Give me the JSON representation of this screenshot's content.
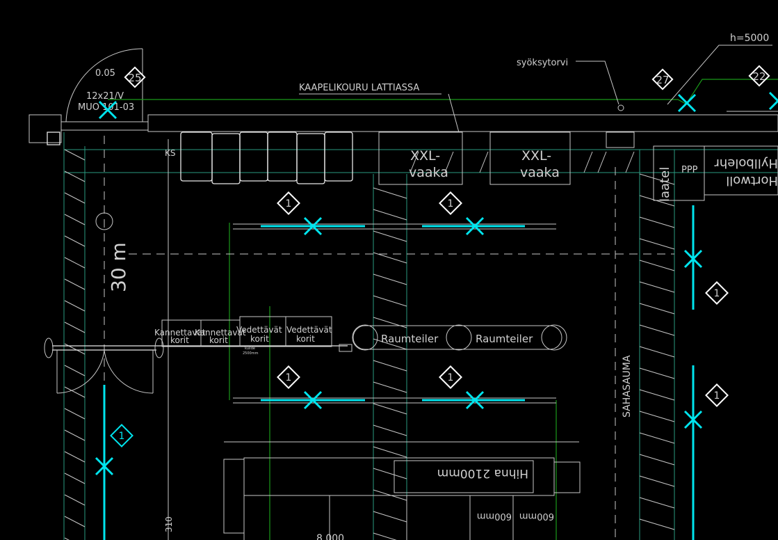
{
  "colors": {
    "background": "#000000",
    "line": "#c8c8c8",
    "green": "#1a9a1a",
    "teal": "#2a9a80",
    "cyan": "#00e5ee"
  },
  "door": {
    "scale": "0.05",
    "size": "12x21/V",
    "code": "MUO 101-03"
  },
  "tags": {
    "t25": "25",
    "t27": "27",
    "t22": "22",
    "t1": "1"
  },
  "labels": {
    "cable_duct": "KAAPELIKOURU LATTIASSA",
    "downpipe": "syöksytorvi",
    "height": "h=5000",
    "ks": "KS",
    "xxl1_a": "XXL-",
    "xxl1_b": "vaaka",
    "xxl2_a": "XXL-",
    "xxl2_b": "vaaka",
    "distance": "30 m",
    "divider1": "Raumteiler",
    "divider2": "Raumteiler",
    "carry1_a": "Kannettavat",
    "carry1_b": "korit",
    "carry2_a": "Kannettavat",
    "carry2_b": "korit",
    "pull1_a": "Vedettävät",
    "pull1_b": "korit",
    "pull2_a": "Vedettävät",
    "pull2_b": "korit",
    "rail_a": "kuilde",
    "rail_b": "2500mm",
    "saw_joint": "SAHASAUMA",
    "belt": "Hihna 2100mm",
    "w600a": "600mm",
    "w600b": "600mm",
    "dim310": "310",
    "dim8000": "8 000",
    "mirror1": "Hyllbolehr",
    "mirror2": "Hortwoll",
    "ppp": "PPP",
    "vert": "laatel"
  }
}
